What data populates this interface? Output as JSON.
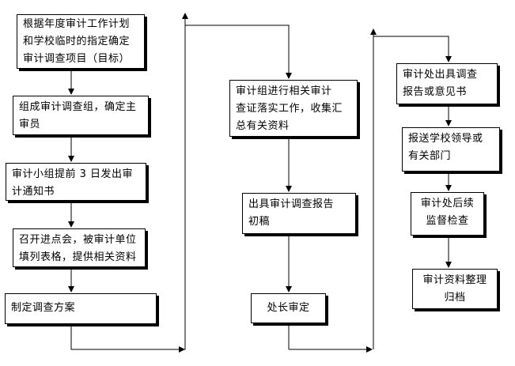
{
  "flowchart": {
    "column1": [
      {
        "id": "c1s1",
        "text": "根据年度审计工作计划\n和学校临时的指定确定\n审计调查项目（目标）"
      },
      {
        "id": "c1s2",
        "text": "组成审计调查组，确定主\n审员"
      },
      {
        "id": "c1s3",
        "text": "审计小组提前 3 日发出审\n计通知书"
      },
      {
        "id": "c1s4",
        "text": "召开进点会，被审计单位\n填列表格，提供相关资料"
      },
      {
        "id": "c1s5",
        "text": "制定调查方案"
      }
    ],
    "column2": [
      {
        "id": "c2s1",
        "text": "审计组进行相关审计\n查证落实工作，收集汇\n总有关资料"
      },
      {
        "id": "c2s2",
        "text": "出具审计调查报告\n初稿"
      },
      {
        "id": "c2s3",
        "text": "处长审定"
      }
    ],
    "column3": [
      {
        "id": "c3s1",
        "text": "审计处出具调查\n报告或意见书"
      },
      {
        "id": "c3s2",
        "text": "报送学校领导或\n有关部门"
      },
      {
        "id": "c3s3",
        "text": "审计处后续\n监督检查"
      },
      {
        "id": "c3s4",
        "text": "审计资料整理\n归档"
      }
    ]
  },
  "colors": {
    "stroke": "#000000",
    "fill": "#ffffff"
  }
}
